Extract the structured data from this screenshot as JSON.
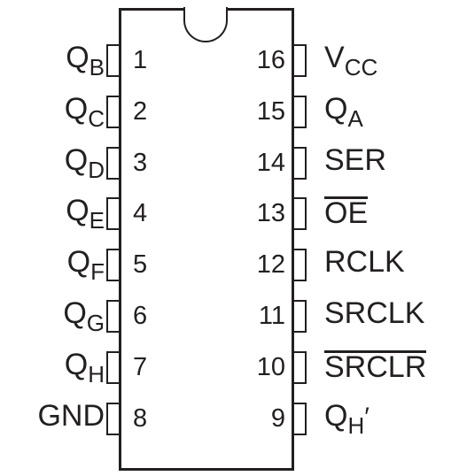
{
  "left_pins": [
    {
      "number": "1",
      "base": "Q",
      "sub": "B",
      "prime": "",
      "overline": false
    },
    {
      "number": "2",
      "base": "Q",
      "sub": "C",
      "prime": "",
      "overline": false
    },
    {
      "number": "3",
      "base": "Q",
      "sub": "D",
      "prime": "",
      "overline": false
    },
    {
      "number": "4",
      "base": "Q",
      "sub": "E",
      "prime": "",
      "overline": false
    },
    {
      "number": "5",
      "base": "Q",
      "sub": "F",
      "prime": "",
      "overline": false
    },
    {
      "number": "6",
      "base": "Q",
      "sub": "G",
      "prime": "",
      "overline": false
    },
    {
      "number": "7",
      "base": "Q",
      "sub": "H",
      "prime": "",
      "overline": false
    },
    {
      "number": "8",
      "base": "GND",
      "sub": "",
      "prime": "",
      "overline": false
    }
  ],
  "right_pins": [
    {
      "number": "16",
      "base": "V",
      "sub": "CC",
      "prime": "",
      "overline": false
    },
    {
      "number": "15",
      "base": "Q",
      "sub": "A",
      "prime": "",
      "overline": false
    },
    {
      "number": "14",
      "base": "SER",
      "sub": "",
      "prime": "",
      "overline": false
    },
    {
      "number": "13",
      "base": "OE",
      "sub": "",
      "prime": "",
      "overline": true
    },
    {
      "number": "12",
      "base": "RCLK",
      "sub": "",
      "prime": "",
      "overline": false
    },
    {
      "number": "11",
      "base": "SRCLK",
      "sub": "",
      "prime": "",
      "overline": false
    },
    {
      "number": "10",
      "base": "SRCLR",
      "sub": "",
      "prime": "",
      "overline": true
    },
    {
      "number": "9",
      "base": "Q",
      "sub": "H",
      "prime": "′",
      "overline": false
    }
  ]
}
